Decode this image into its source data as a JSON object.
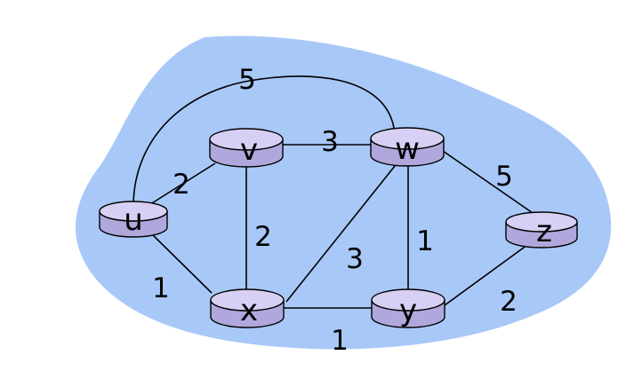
{
  "colors": {
    "cloud": "#a8c8f8",
    "router_body": "#d7d0f4",
    "router_side": "#b0a8dc",
    "stroke": "#000000"
  },
  "nodes": [
    {
      "id": "u",
      "label": "u"
    },
    {
      "id": "v",
      "label": "v"
    },
    {
      "id": "w",
      "label": "w"
    },
    {
      "id": "x",
      "label": "x"
    },
    {
      "id": "y",
      "label": "y"
    },
    {
      "id": "z",
      "label": "z"
    }
  ],
  "edges": [
    {
      "from": "u",
      "to": "w",
      "cost": "5"
    },
    {
      "from": "u",
      "to": "v",
      "cost": "2"
    },
    {
      "from": "v",
      "to": "w",
      "cost": "3"
    },
    {
      "from": "w",
      "to": "z",
      "cost": "5"
    },
    {
      "from": "v",
      "to": "x",
      "cost": "2"
    },
    {
      "from": "x",
      "to": "w",
      "cost": "3"
    },
    {
      "from": "w",
      "to": "y",
      "cost": "1"
    },
    {
      "from": "u",
      "to": "x",
      "cost": "1"
    },
    {
      "from": "x",
      "to": "y",
      "cost": "1"
    },
    {
      "from": "y",
      "to": "z",
      "cost": "2"
    }
  ]
}
